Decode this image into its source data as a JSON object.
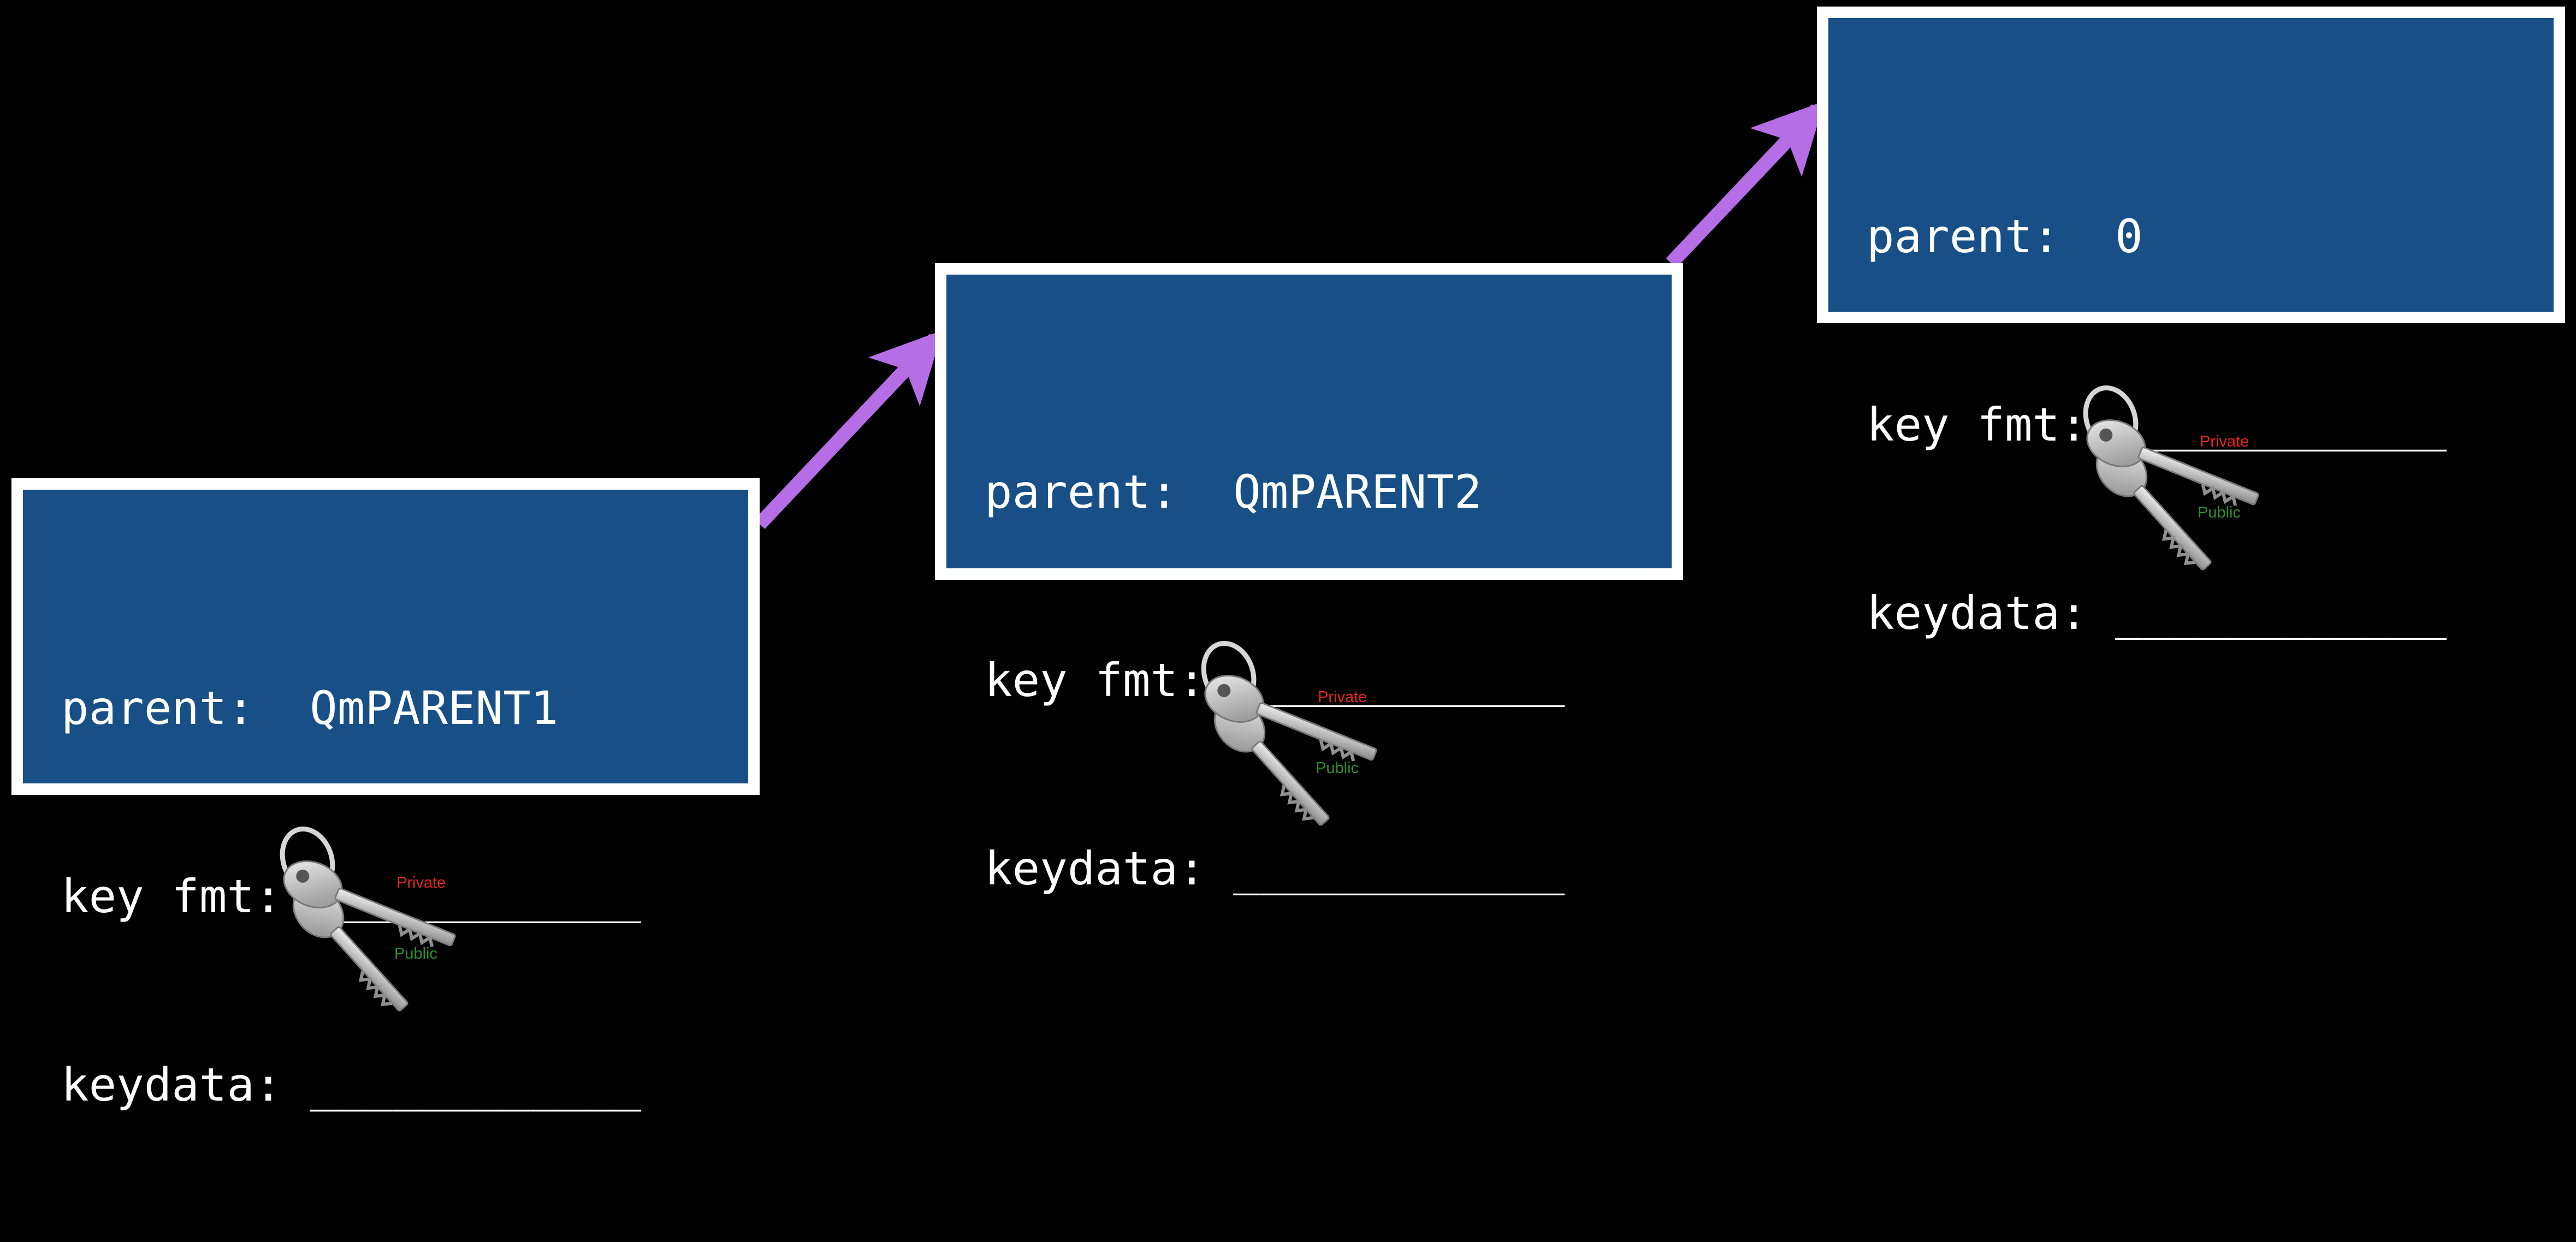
{
  "records": [
    {
      "parent_label": "parent:",
      "parent_value": "QmPARENT1",
      "keyfmt_label": "key fmt:",
      "keyfmt_value": "____________",
      "keydata_label": "keydata:",
      "keydata_value": "____________"
    },
    {
      "parent_label": "parent:",
      "parent_value": "QmPARENT2",
      "keyfmt_label": "key fmt:",
      "keyfmt_value": "____________",
      "keydata_label": "keydata:",
      "keydata_value": "____________"
    },
    {
      "parent_label": "parent:",
      "parent_value": "0",
      "keyfmt_label": "key fmt:",
      "keyfmt_value": "____________",
      "keydata_label": "keydata:",
      "keydata_value": "____________"
    }
  ],
  "keypairs": [
    {
      "private_label": "Private",
      "public_label": "Public"
    },
    {
      "private_label": "Private",
      "public_label": "Public"
    },
    {
      "private_label": "Private",
      "public_label": "Public"
    }
  ],
  "colors": {
    "background": "#000000",
    "record_fill": "#174f86",
    "record_border": "#ffffff",
    "record_text": "#ffffff",
    "arrow": "#b56ee6",
    "private_label": "#e8231f",
    "public_label": "#2f8f2b"
  },
  "icons": {
    "keypair": "key-ring-icon",
    "link": "arrow-icon"
  }
}
